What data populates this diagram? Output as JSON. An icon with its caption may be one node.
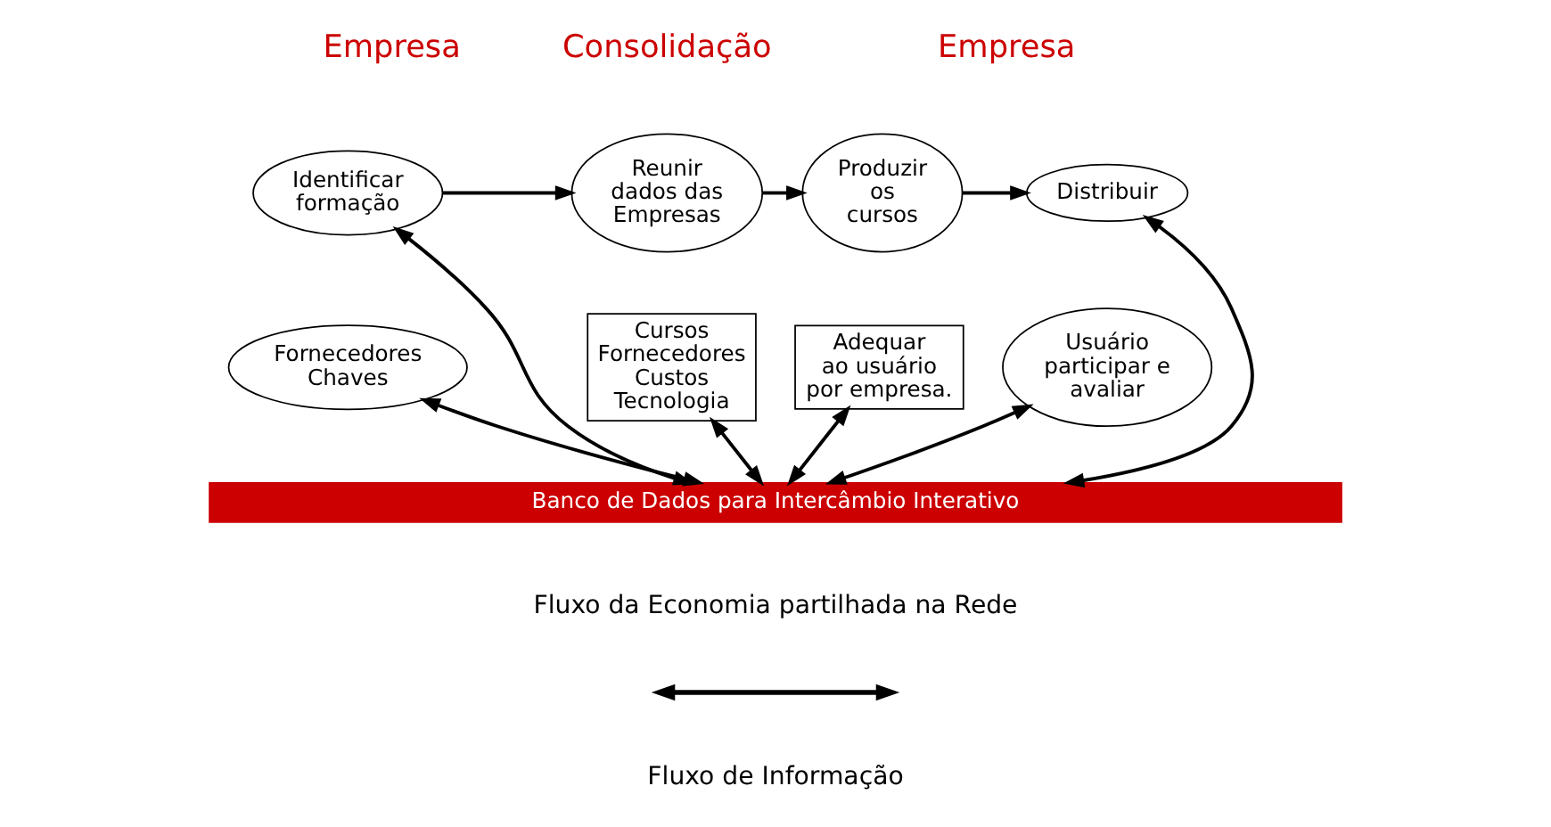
{
  "diagram": {
    "nodes": [
      {
        "text": [
          "Identificar formação"
        ]
      },
      {
        "text": [
          "Fornecedores Chaves"
        ]
      },
      {
        "text": [
          "Reunir dados das Empresas"
        ]
      },
      {
        "text": [
          "Cursos Fornecedores Custos Tecnologia"
        ]
      },
      {
        "text": [
          "Produzir os cursos"
        ]
      },
      {
        "text": [
          "Adequar ao usuário por empresa."
        ]
      },
      {
        "text": [
          "Distribuir"
        ]
      },
      {
        "text": [
          "Usuário participar e avaliar"
        ]
      },
      {
        "text": [
          "Banco de Dados para Intercâmbio Interativo"
        ]
      }
    ],
    "edges": [
      {
        "from": 0,
        "to": 2,
        "arrow": "to"
      },
      {
        "from": 2,
        "to": 4,
        "arrow": "to"
      },
      {
        "from": 4,
        "to": 6,
        "arrow": "to"
      },
      {
        "from": 0,
        "to": 8,
        "arrow": "both"
      },
      {
        "from": 1,
        "to": 8,
        "arrow": "both"
      },
      {
        "from": 3,
        "to": 8,
        "arrow": "both"
      },
      {
        "from": 5,
        "to": 8,
        "arrow": "both"
      },
      {
        "from": 6,
        "to": 8,
        "arrow": "both"
      },
      {
        "from": 7,
        "to": 8,
        "arrow": "both"
      }
    ],
    "labels": [
      "Empresa",
      "Consolidação",
      "Empresa",
      "Fluxo da Economia partilhada na Rede",
      "Fluxo de Informação"
    ]
  }
}
